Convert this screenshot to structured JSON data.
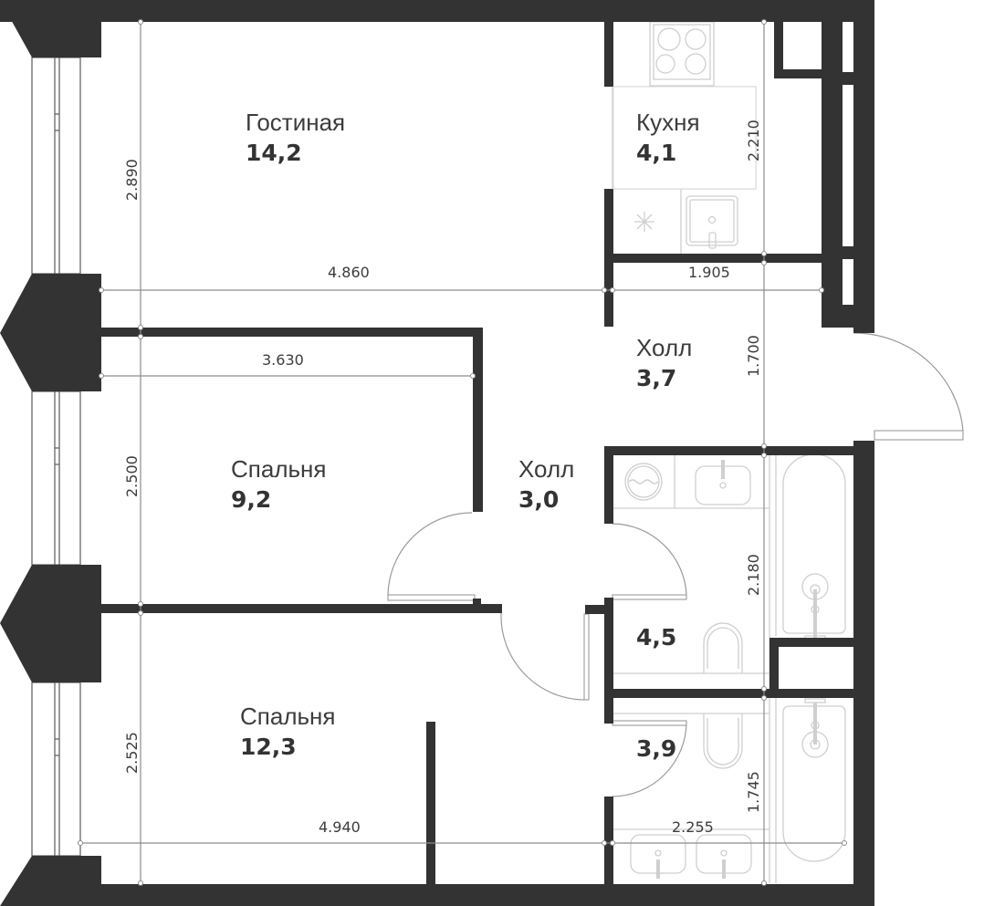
{
  "plan": {
    "rooms": [
      {
        "id": "living",
        "name": "Гостиная",
        "area": "14,2"
      },
      {
        "id": "kitchen",
        "name": "Кухня",
        "area": "4,1"
      },
      {
        "id": "hall_entry",
        "name": "Холл",
        "area": "3,7"
      },
      {
        "id": "hall_inner",
        "name": "Холл",
        "area": "3,0"
      },
      {
        "id": "bedroom_small",
        "name": "Спальня",
        "area": "9,2"
      },
      {
        "id": "bedroom_large",
        "name": "Спальня",
        "area": "12,3"
      },
      {
        "id": "bathroom_1",
        "name": "",
        "area": "4,5"
      },
      {
        "id": "bathroom_2",
        "name": "",
        "area": "3,9"
      }
    ],
    "dimensions": {
      "living_height": "2.890",
      "living_width": "4.860",
      "kitchen_height": "2.210",
      "kitchen_width": "1.905",
      "hall_height": "1.700",
      "bedroom_small_width": "3.630",
      "bedroom_small_height": "2.500",
      "bathroom_1_height": "2.180",
      "bedroom_large_height": "2.525",
      "bedroom_large_width": "4.940",
      "bathroom_2_height": "1.745",
      "bathroom_2_width": "2.255"
    },
    "colors": {
      "wall": "#333333",
      "fixture": "#cfcfcf",
      "dimension_line": "#8c8c8c",
      "text": "#3c3c3c"
    }
  }
}
